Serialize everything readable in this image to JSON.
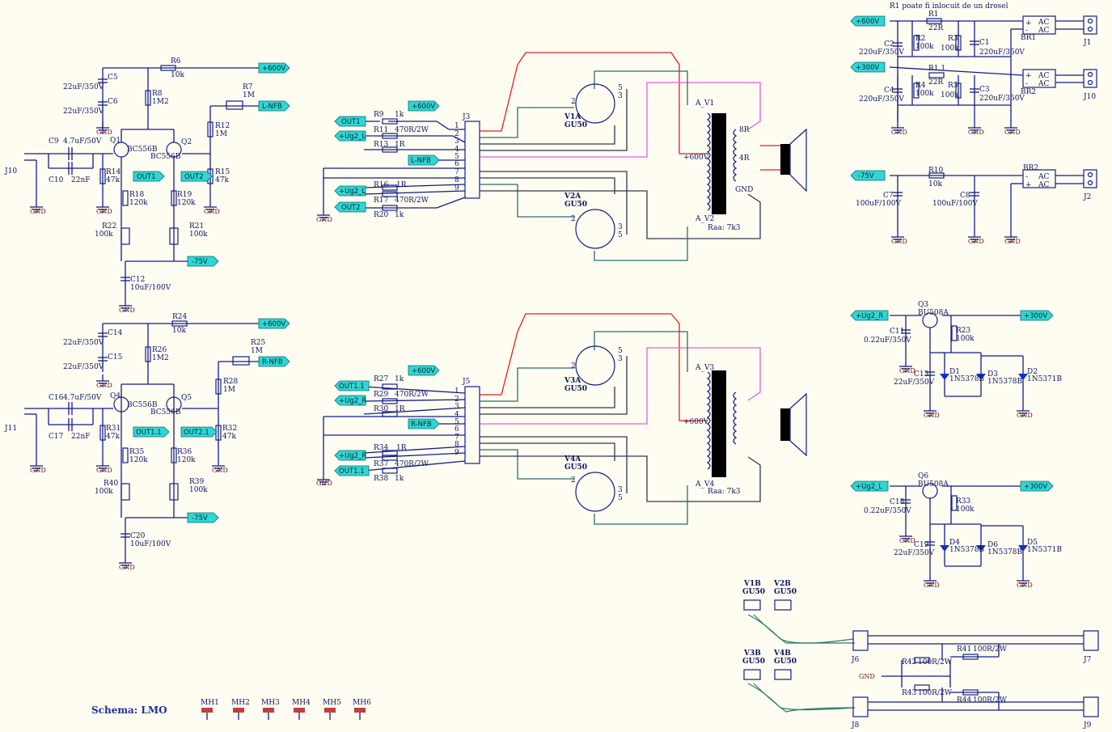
{
  "title": "Schema: LMO",
  "note": "R1 poate fi inlocuit de un drosel",
  "nets": {
    "p600": "+600V",
    "p300": "+300V",
    "m75": "-75V",
    "lnfb": "L-NFB",
    "rnfb": "R-NFB",
    "out1": "OUT1",
    "out2": "OUT2",
    "out11": "OUT1.1",
    "out21": "OUT2.1",
    "ug2l": "+Ug2_L",
    "ug2r": "+Ug2_R",
    "gnd": "GND"
  },
  "upper_amp": {
    "c5": "C5",
    "c6": "C6",
    "c5v": "22uF/350V",
    "c6v": "22uF/350V",
    "r6": "R6",
    "r6v": "10k",
    "r8": "R8",
    "r8v": "1M2",
    "r7": "R7",
    "r7v": "1M",
    "r12": "R12",
    "r12v": "1M",
    "q1": "Q1",
    "q2": "Q2",
    "q1t": "BC556B",
    "q2t": "BC556B",
    "c9": "C9",
    "c9v": "4.7uF/50V",
    "c10": "C10",
    "c10v": "22nF",
    "r14": "R14",
    "r14v": "47k",
    "r15": "R15",
    "r15v": "47k",
    "r18": "R18",
    "r18v": "120k",
    "r19": "R19",
    "r19v": "120k",
    "r22": "R22",
    "r22v": "100k",
    "r21": "R21",
    "r21v": "100k",
    "c12": "C12",
    "c12v": "10uF/100V",
    "j10": "J10"
  },
  "lower_amp": {
    "c14": "C14",
    "c15": "C15",
    "c14v": "22uF/350V",
    "c15v": "22uF/350V",
    "r24": "R24",
    "r24v": "10k",
    "r26": "R26",
    "r26v": "1M2",
    "r25": "R25",
    "r25v": "1M",
    "r28": "R28",
    "r28v": "1M",
    "q4": "Q4",
    "q5": "Q5",
    "q4t": "BC556B",
    "q5t": "BC556B",
    "c16": "C16",
    "c16v": "4.7uF/50V",
    "c17": "C17",
    "c17v": "22nF",
    "r31": "R31",
    "r31v": "47k",
    "r32": "R32",
    "r32v": "47k",
    "r35": "R35",
    "r35v": "120k",
    "r36": "R36",
    "r36v": "120k",
    "r40": "R40",
    "r40v": "100k",
    "r39": "R39",
    "r39v": "100k",
    "c20": "C20",
    "c20v": "10uF/100V",
    "j11": "J11"
  },
  "conn_top": {
    "j": "J3",
    "r9": "R9",
    "r9v": "1k",
    "r11": "R11",
    "r11v": "470R/2W",
    "r13": "R13",
    "r13v": "1R",
    "r16": "R16",
    "r16v": "1R",
    "r17": "R17",
    "r17v": "470R/2W",
    "r20": "R20",
    "r20v": "1k",
    "pins": [
      "1",
      "2",
      "3",
      "4",
      "5",
      "6",
      "7",
      "8",
      "9"
    ]
  },
  "conn_bot": {
    "j": "J5",
    "r27": "R27",
    "r27v": "1k",
    "r29": "R29",
    "r29v": "470R/2W",
    "r30": "R30",
    "r30v": "1R",
    "r34": "R34",
    "r34v": "1R",
    "r37": "R37",
    "r37v": "470R/2W",
    "r38": "R38",
    "r38v": "1k",
    "pins": [
      "1",
      "2",
      "3",
      "4",
      "5",
      "6",
      "7",
      "8",
      "9"
    ]
  },
  "tubes": {
    "v1a": "V1A",
    "v2a": "V2A",
    "v3a": "V3A",
    "v4a": "V4A",
    "type": "GU50",
    "pin2": "2",
    "pin3": "3",
    "pin5": "5"
  },
  "xfmr": {
    "av1": "A_V1",
    "av2": "A_V2",
    "av3": "A_V3",
    "av4": "A_V4",
    "p600": "+600V",
    "raa": "Raa: 7k3",
    "s8r": "8R",
    "s4r": "4R",
    "gnd": "GND"
  },
  "psu": {
    "r1": "R1",
    "r1v": "22R",
    "r11b": "R1.1",
    "r11bv": "22R",
    "r2": "R2",
    "r2v": "100k",
    "r3": "R3",
    "r3v": "100k",
    "r4": "R4",
    "r4v": "100k",
    "r5": "R5",
    "r5v": "100k",
    "c1": "C1",
    "c1v": "220uF/350V",
    "c2": "C2",
    "c2v": "220uF/350V",
    "c3": "C3",
    "c3v": "220uF/350V",
    "c4": "C4",
    "c4v": "220uF/350V",
    "br1": "BR1",
    "br2": "BR2",
    "br2b": "BR2",
    "ac": "AC",
    "plus": "+",
    "minus": "-",
    "j1": "J1",
    "j10": "J10",
    "j2": "J2",
    "r10": "R10",
    "r10v": "10k",
    "c7": "C7",
    "c7v": "100uF/100V",
    "c8": "C8",
    "c8v": "100uF/100V"
  },
  "reg_r": {
    "q": "Q3",
    "qt": "BU508A",
    "c11": "C11",
    "c11v": "0.22uF/350V",
    "r23": "R23",
    "r23v": "100k",
    "c13": "C13",
    "c13v": "22uF/350V",
    "d1": "D1",
    "d1t": "1N5378B",
    "d3": "D3",
    "d3t": "1N5378B",
    "d2": "D2",
    "d2t": "1N5371B"
  },
  "reg_l": {
    "q": "Q6",
    "qt": "BU508A",
    "c18": "C18",
    "c18v": "0.22uF/350V",
    "r33": "R33",
    "r33v": "100k",
    "c19": "C19",
    "c19v": "22uF/350V",
    "d4": "D4",
    "d4t": "1N5378B",
    "d6": "D6",
    "d6t": "1N5378B",
    "d5": "D5",
    "d5t": "1N5371B"
  },
  "heater": {
    "v1b": "V1B",
    "v2b": "V2B",
    "v3b": "V3B",
    "v4b": "V4B",
    "type": "GU50",
    "j6": "J6",
    "j7": "J7",
    "j8": "J8",
    "j9": "J9",
    "r41": "R41",
    "r41v": "100R/2W",
    "r42": "R42",
    "r42v": "100R/2W",
    "r43": "R43",
    "r43v": "100R/2W",
    "r44": "R44",
    "r44v": "100R/2W"
  },
  "mholes": [
    "MH1",
    "MH2",
    "MH3",
    "MH4",
    "MH5",
    "MH6"
  ]
}
